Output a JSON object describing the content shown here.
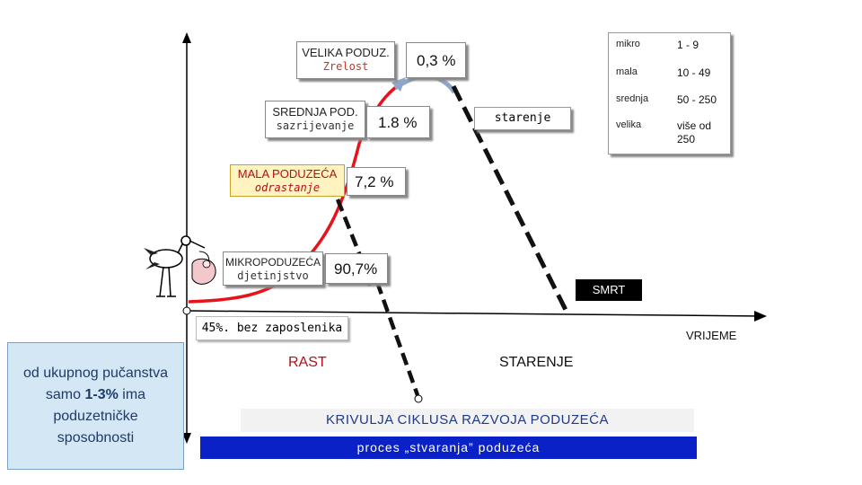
{
  "stages": {
    "velika": {
      "name": "VELIKA PODUZ.",
      "phase": "Zrelost",
      "percent": "0,3 %"
    },
    "srednja": {
      "name": "SREDNJA POD.",
      "phase": "sazrijevanje",
      "percent": "1.8 %"
    },
    "mala": {
      "name": "MALA PODUZEĆA",
      "phase": "odrastanje",
      "percent": "7,2 %"
    },
    "mikro": {
      "name": "MIKROPODUZEĆA",
      "phase": "djetinjstvo",
      "percent": "90,7%"
    }
  },
  "starenje_label": "starenje",
  "smrt_label": "SMRT",
  "legend": {
    "rows": [
      {
        "key": "mikro",
        "value": "1 - 9"
      },
      {
        "key": "mala",
        "value": "10 - 49"
      },
      {
        "key": "srednja",
        "value": "50 - 250"
      },
      {
        "key": "velika",
        "value_line1": "više od",
        "value_line2": "250"
      }
    ]
  },
  "no_employees_note": "45%. bez zaposlenika",
  "x_axis_label": "VRIJEME",
  "rast_label": "RAST",
  "starenje_big_label": "STARENJE",
  "curve_title": "KRIVULJA CIKLUSA RAZVOJA PODUZEĆA",
  "process_bar": "proces „stvaranja” poduzeća",
  "left_note": {
    "line1": "od ukupnog pučanstva",
    "line2_prefix": "samo ",
    "line2_bold": "1-3%",
    "line2_suffix": " ima",
    "line3": "poduzetničke",
    "line4": "sposobnosti"
  },
  "colors": {
    "growth_curve": "#e8121a",
    "maturity_arc": "#8fa6c8",
    "decline": "#111111",
    "mala_box_bg": "#fff3c0",
    "process_bar": "#0a21c8",
    "note_bg": "#d3e7f5"
  },
  "icons": {
    "stork": "stork-carrying-baby-icon"
  }
}
